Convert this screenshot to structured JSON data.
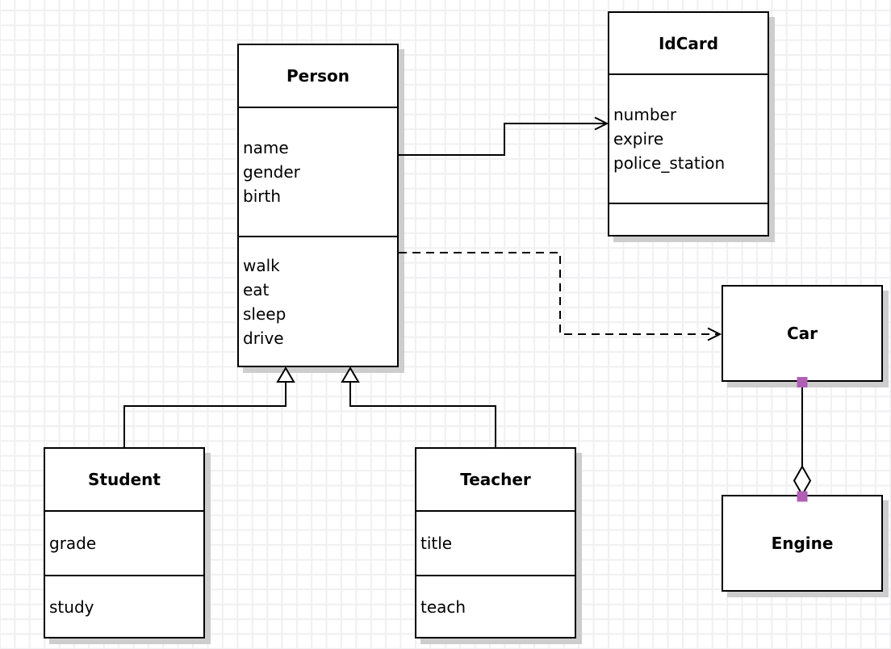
{
  "canvas": {
    "background": "#ffffff",
    "grid_color": "#f0f0f3",
    "node_fill": "#ffffff",
    "node_border": "#000000",
    "shadow_color": "#cdcdcd",
    "handle_color": "#b05fb5"
  },
  "classes": {
    "person": {
      "title": "Person",
      "attributes": [
        "name",
        "gender",
        "birth"
      ],
      "methods": [
        "walk",
        "eat",
        "sleep",
        "drive"
      ]
    },
    "idcard": {
      "title": "IdCard",
      "attributes": [
        "number",
        "expire",
        "police_station"
      ],
      "methods": []
    },
    "car": {
      "title": "Car"
    },
    "engine": {
      "title": "Engine"
    },
    "student": {
      "title": "Student",
      "attributes": [
        "grade"
      ],
      "methods": [
        "study"
      ]
    },
    "teacher": {
      "title": "Teacher",
      "attributes": [
        "title"
      ],
      "methods": [
        "teach"
      ]
    }
  },
  "edges": [
    {
      "from": "Person",
      "to": "IdCard",
      "line": "solid",
      "arrow": "open-arrowhead"
    },
    {
      "from": "Person",
      "to": "Car",
      "line": "dashed",
      "arrow": "open-arrowhead"
    },
    {
      "from": "Student",
      "to": "Person",
      "line": "solid",
      "arrow": "hollow-triangle"
    },
    {
      "from": "Teacher",
      "to": "Person",
      "line": "solid",
      "arrow": "hollow-triangle"
    },
    {
      "from": "Car",
      "to": "Engine",
      "line": "solid",
      "arrow": "hollow-diamond",
      "handles": "square-selected"
    }
  ]
}
